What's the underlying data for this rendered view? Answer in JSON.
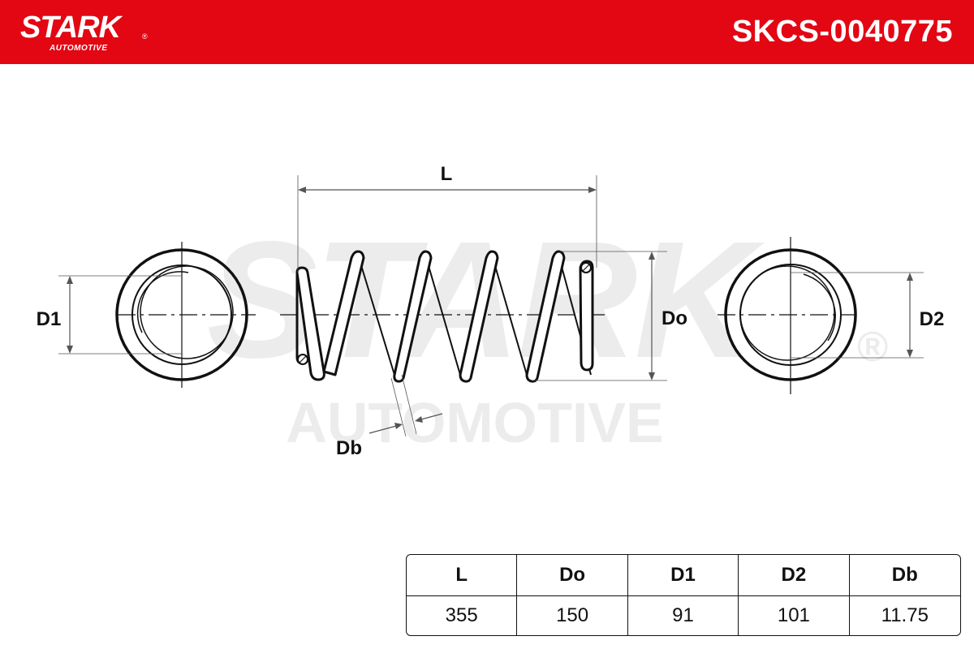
{
  "header": {
    "brand": "STARK",
    "brand_sub": "AUTOMOTIVE",
    "registered": "®",
    "part_number": "SKCS-0040775",
    "bg_color": "#e30613"
  },
  "watermark": {
    "main": "STARK",
    "sub": "AUTOMOTIVE",
    "registered": "®"
  },
  "diagram": {
    "labels": {
      "length": "L",
      "outer_diameter": "Do",
      "end_diameter_1": "D1",
      "end_diameter_2": "D2",
      "wire_diameter": "Db"
    }
  },
  "specs_table": {
    "headers": [
      "L",
      "Do",
      "D1",
      "D2",
      "Db"
    ],
    "values": [
      "355",
      "150",
      "91",
      "101",
      "11.75"
    ]
  }
}
